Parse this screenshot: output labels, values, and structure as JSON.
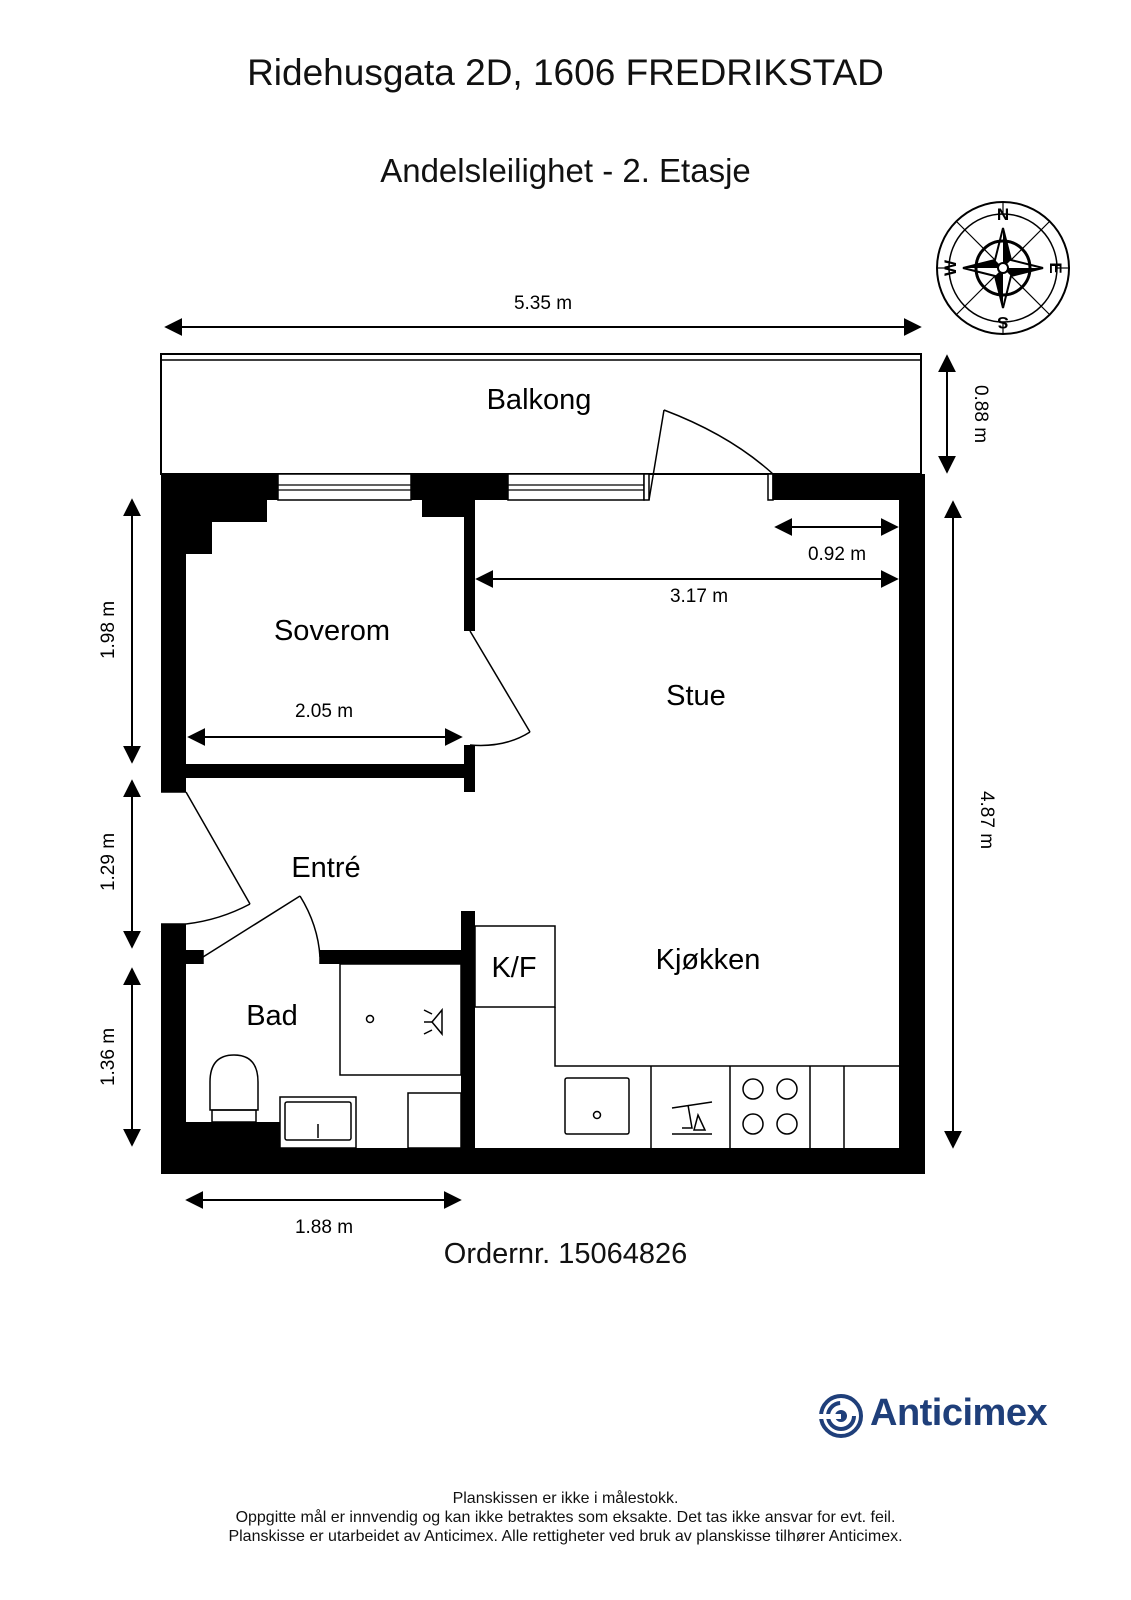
{
  "header": {
    "address": "Ridehusgata 2D, 1606 FREDRIKSTAD",
    "subtitle": "Andelsleilighet  - 2. Etasje"
  },
  "compass": {
    "n": "N",
    "e": "E",
    "s": "S",
    "w": "W"
  },
  "rooms": {
    "balcony": "Balkong",
    "bedroom": "Soverom",
    "living": "Stue",
    "entrance": "Entré",
    "kitchen": "Kjøkken",
    "fridge": "K/F",
    "bath": "Bad"
  },
  "dimensions": {
    "overall_width": "5.35 m",
    "balcony_depth": "0.88 m",
    "door_offset": "0.92 m",
    "living_width": "3.17 m",
    "living_depth": "4.87 m",
    "bedroom_depth": "1.98 m",
    "bedroom_width": "2.05 m",
    "entrance_depth": "1.29 m",
    "bath_depth": "1.36 m",
    "bath_width": "1.88 m"
  },
  "order": "Ordernr. 15064826",
  "brand": {
    "name": "Anticimex",
    "color": "#1f3f7a"
  },
  "footer": {
    "line1": "Planskissen er ikke i målestokk.",
    "line2": "Oppgitte mål er innvendig og kan ikke betraktes som eksakte. Det tas ikke ansvar for evt. feil.",
    "line3": "Planskisse er utarbeidet av Anticimex. Alle rettigheter ved bruk av planskisse tilhører Anticimex."
  }
}
